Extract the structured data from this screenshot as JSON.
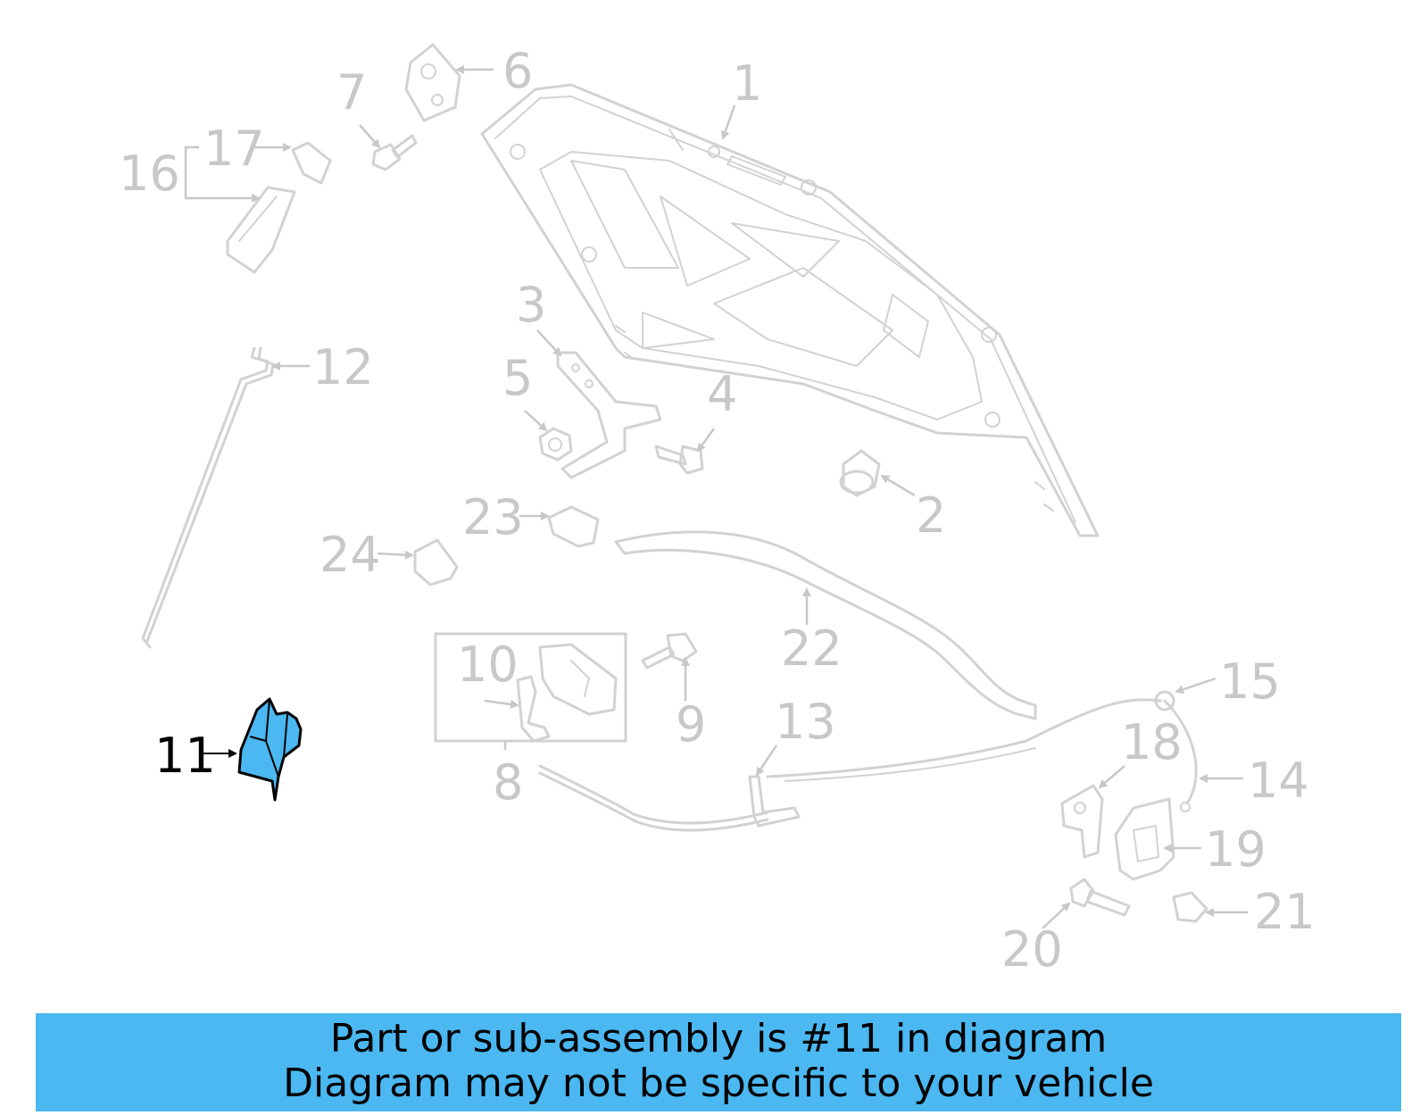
{
  "callouts": {
    "c1": "1",
    "c2": "2",
    "c3": "3",
    "c4": "4",
    "c5": "5",
    "c6": "6",
    "c7": "7",
    "c8": "8",
    "c9": "9",
    "c10": "10",
    "c11": "11",
    "c12": "12",
    "c13": "13",
    "c14": "14",
    "c15": "15",
    "c16": "16",
    "c17": "17",
    "c18": "18",
    "c19": "19",
    "c20": "20",
    "c21": "21",
    "c22": "22",
    "c23": "23",
    "c24": "24"
  },
  "highlight": {
    "part_number": "11",
    "color": "#4bb8f2"
  },
  "banner": {
    "line1": "Part or sub-assembly is #11 in diagram",
    "line2": "Diagram may not be specific to your vehicle",
    "color": "#4bb8f2"
  }
}
